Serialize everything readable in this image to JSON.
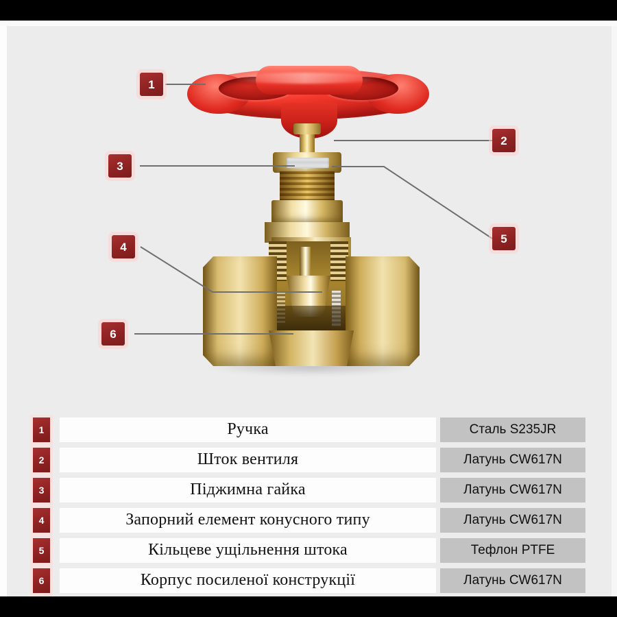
{
  "colors": {
    "badge_red": "#8e2222",
    "badge_halo": "#ffd2d0",
    "card_background": "#ececec",
    "name_cell_background": "#fdfdfd",
    "material_cell_background": "#c2c2c2",
    "handwheel_red": "#e02a20",
    "brass": "#d9bd72",
    "leader_line": "#6f6f6f"
  },
  "diagram": {
    "subject": "gate-valve-cutaway",
    "callouts": [
      {
        "number": "1",
        "target": "handwheel"
      },
      {
        "number": "2",
        "target": "valve-stem"
      },
      {
        "number": "3",
        "target": "gland-nut"
      },
      {
        "number": "4",
        "target": "cone-shutoff-element"
      },
      {
        "number": "5",
        "target": "stem-o-ring-seal"
      },
      {
        "number": "6",
        "target": "reinforced-body"
      }
    ]
  },
  "legend": {
    "rows": [
      {
        "number": "1",
        "name": "Ручка",
        "material": "Сталь S235JR"
      },
      {
        "number": "2",
        "name": "Шток вентиля",
        "material": "Латунь CW617N"
      },
      {
        "number": "3",
        "name": "Піджимна гайка",
        "material": "Латунь CW617N"
      },
      {
        "number": "4",
        "name": "Запорний елемент конусного типу",
        "material": "Латунь CW617N"
      },
      {
        "number": "5",
        "name": "Кільцеве ущільнення штока",
        "material": "Тефлон PTFE"
      },
      {
        "number": "6",
        "name": "Корпус посиленої конструкції",
        "material": "Латунь CW617N"
      }
    ]
  }
}
